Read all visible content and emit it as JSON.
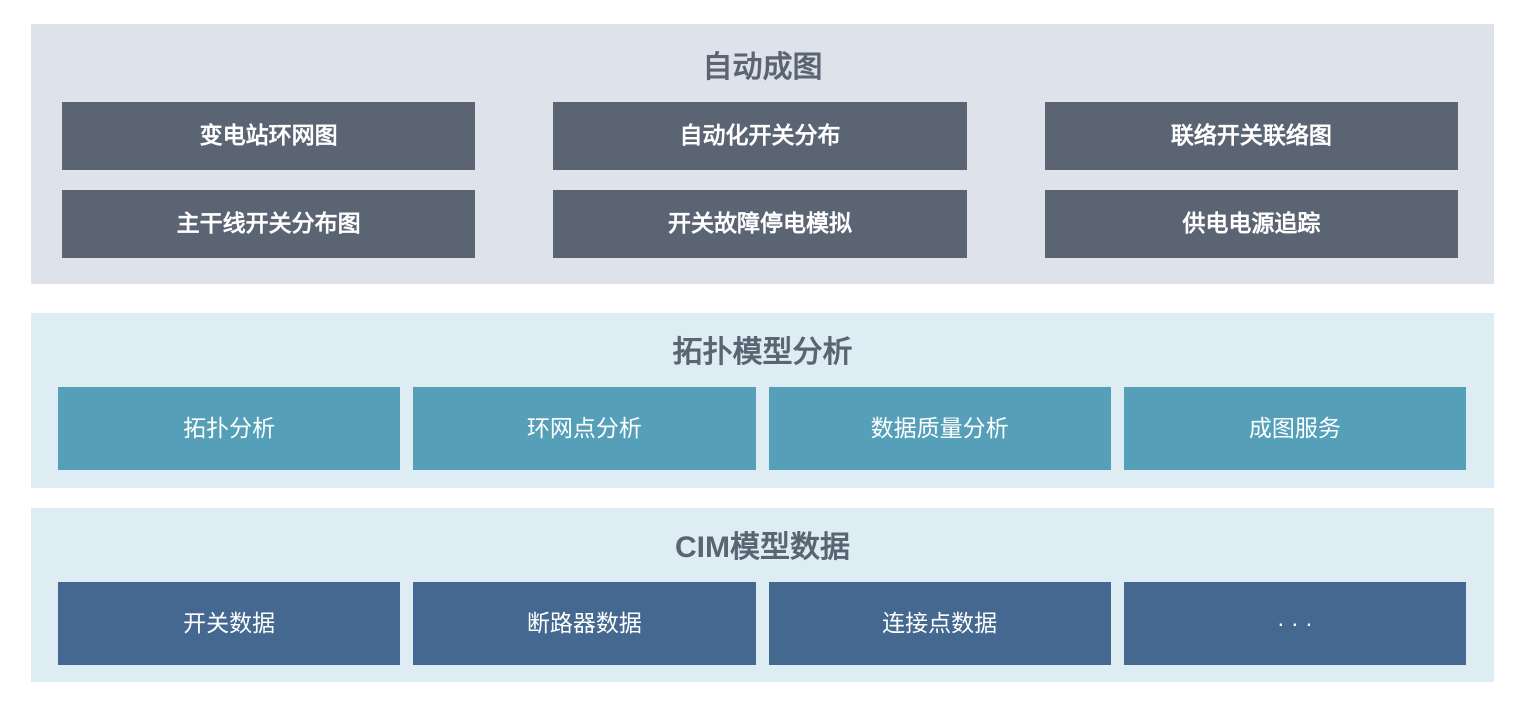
{
  "colors": {
    "page_bg": "#ffffff",
    "auto_drawing_panel_bg": "#dee2eb",
    "auto_drawing_box_bg": "#5b6473",
    "topology_panel_bg": "#deecf3",
    "topology_box_bg": "#55a0b8",
    "cim_panel_bg": "#deecf3",
    "cim_box_bg": "#44688f",
    "section_title_text": "#5b6473",
    "box_text": "#ffffff"
  },
  "sections": {
    "auto_drawing": {
      "title": "自动成图",
      "items": [
        "变电站环网图",
        "自动化开关分布",
        "联络开关联络图",
        "主干线开关分布图",
        "开关故障停电模拟",
        "供电电源追踪"
      ]
    },
    "topology_analysis": {
      "title": "拓扑模型分析",
      "items": [
        "拓扑分析",
        "环网点分析",
        "数据质量分析",
        "成图服务"
      ]
    },
    "cim_data": {
      "title": "CIM模型数据",
      "items": [
        "开关数据",
        "断路器数据",
        "连接点数据",
        "· · ·"
      ]
    }
  }
}
